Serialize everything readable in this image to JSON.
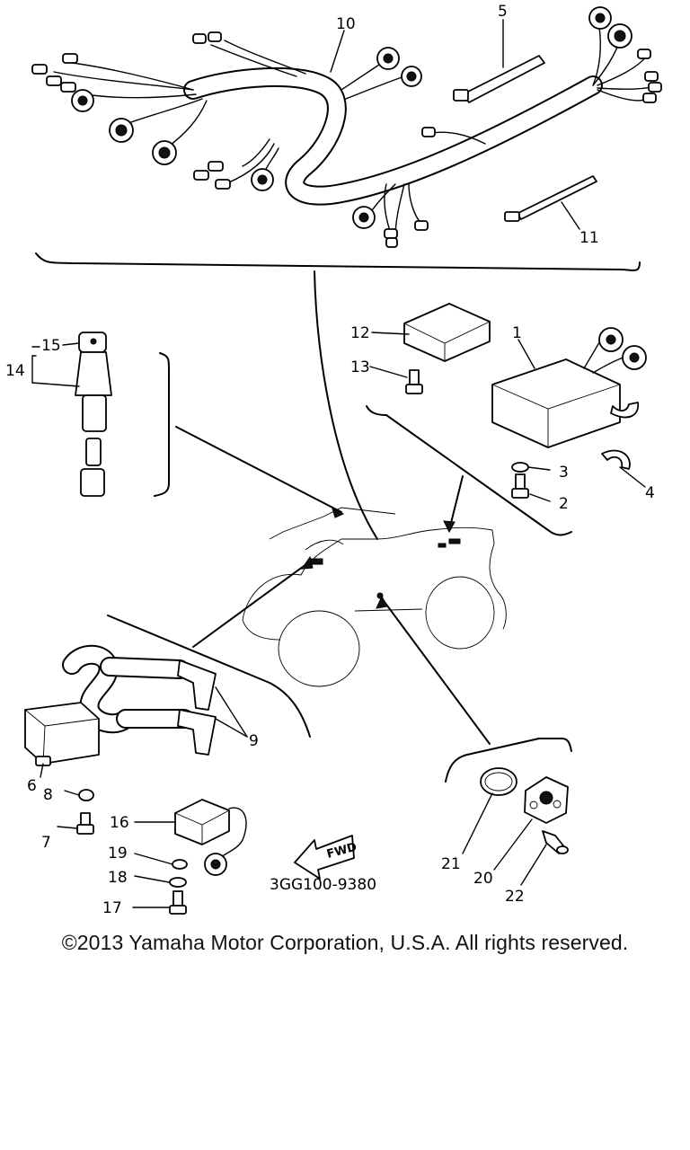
{
  "diagram": {
    "code_label": "3GG100-9380",
    "fwd_label": "FWD",
    "callouts": [
      "1",
      "2",
      "3",
      "4",
      "5",
      "6",
      "7",
      "8",
      "9",
      "10",
      "11",
      "12",
      "13",
      "14",
      "15",
      "16",
      "17",
      "18",
      "19",
      "20",
      "21",
      "22"
    ]
  },
  "footer": {
    "copyright": "©2013 Yamaha Motor Corporation, U.S.A. All rights reserved."
  }
}
